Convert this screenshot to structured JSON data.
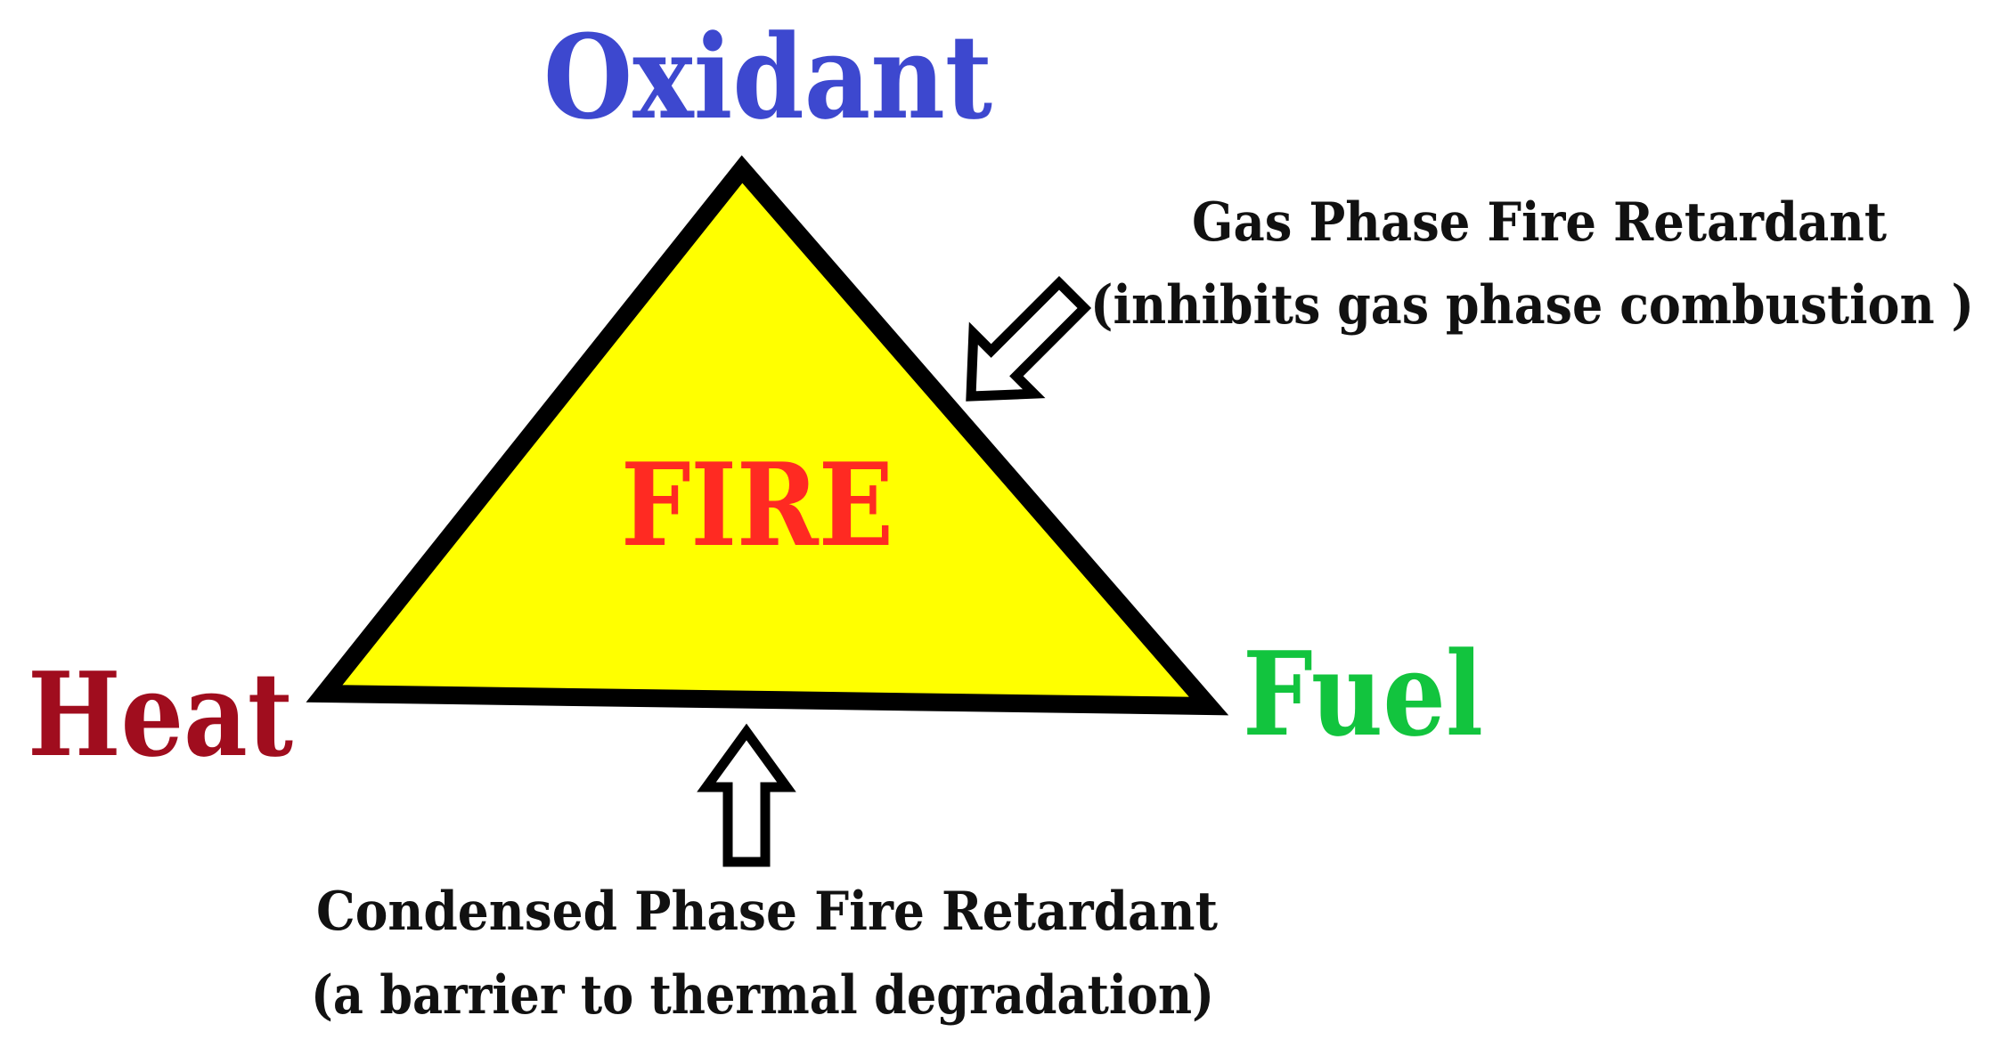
{
  "vertices": {
    "oxidant": "Oxidant",
    "heat": "Heat",
    "fuel": "Fuel"
  },
  "center_label": "FIRE",
  "gas_phase": {
    "title": "Gas Phase Fire Retardant",
    "subtitle": "(inhibits gas phase combustion )"
  },
  "condensed_phase": {
    "title": "Condensed Phase Fire Retardant",
    "subtitle": "(a barrier to thermal degradation)"
  },
  "colors": {
    "oxidant": "#3d48cf",
    "heat": "#a00d1e",
    "fuel": "#12c43e",
    "fire": "#ff2a22",
    "triangle_fill": "#ffff00",
    "triangle_stroke": "#000000",
    "text": "#111111"
  }
}
